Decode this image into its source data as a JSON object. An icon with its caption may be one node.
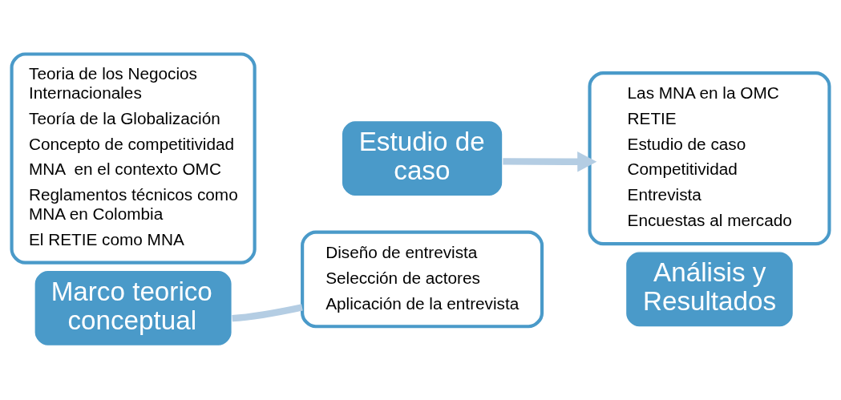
{
  "diagram": {
    "nodes": [
      {
        "text": [
          "Teoria de los Negocios Internacionales",
          "Teoría de la Globalización",
          "Concepto de competitividad",
          "MNA  en el contexto OMC",
          "Reglamentos técnicos como MNA en Colombia",
          "El RETIE como MNA"
        ]
      },
      {
        "text": [
          "Marco teorico conceptual"
        ]
      },
      {
        "text": [
          "Diseño de entrevista",
          "Selección de actores",
          "Aplicación de la entrevista"
        ]
      },
      {
        "text": [
          "Estudio de caso"
        ]
      },
      {
        "text": [
          "Las MNA en la OMC",
          "RETIE",
          "Estudio de caso",
          "Competitividad",
          "Entrevista",
          "Encuestas al mercado"
        ]
      },
      {
        "text": [
          "Análisis y Resultados"
        ]
      }
    ],
    "edges": [
      {
        "from": 1,
        "to": 2,
        "arrow": "none"
      },
      {
        "from": 3,
        "to": 4,
        "arrow": "to"
      }
    ]
  }
}
